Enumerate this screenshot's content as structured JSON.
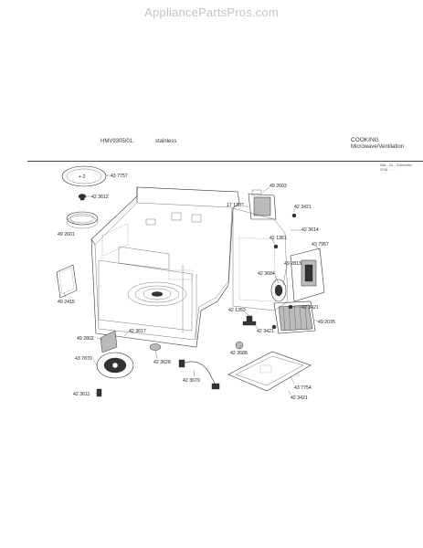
{
  "watermark": "AppliancePartsPros.com",
  "header": {
    "model": "HMV9305/01,",
    "finish": "stainless",
    "section": "COOKING",
    "section_sub": "Microwave/Ventilation",
    "note_line1": "Mat. - Nr. - Schematic",
    "note_line2": "3748  .  .  .  .  ."
  },
  "parts": [
    "43 7757",
    "42 3612",
    "49 2601",
    "49 2415",
    "49 2603",
    "17 1387",
    "42 3421",
    "42 3614",
    "42 1361",
    "43 7957",
    "49 2813",
    "42 3684",
    "42 3421",
    "49 2035",
    "42 1353",
    "42 3421",
    "42 3688",
    "49 2802",
    "42 3617",
    "43 7870",
    "42 3628",
    "42 3679",
    "43 7754",
    "42 3421",
    "42 3611"
  ]
}
